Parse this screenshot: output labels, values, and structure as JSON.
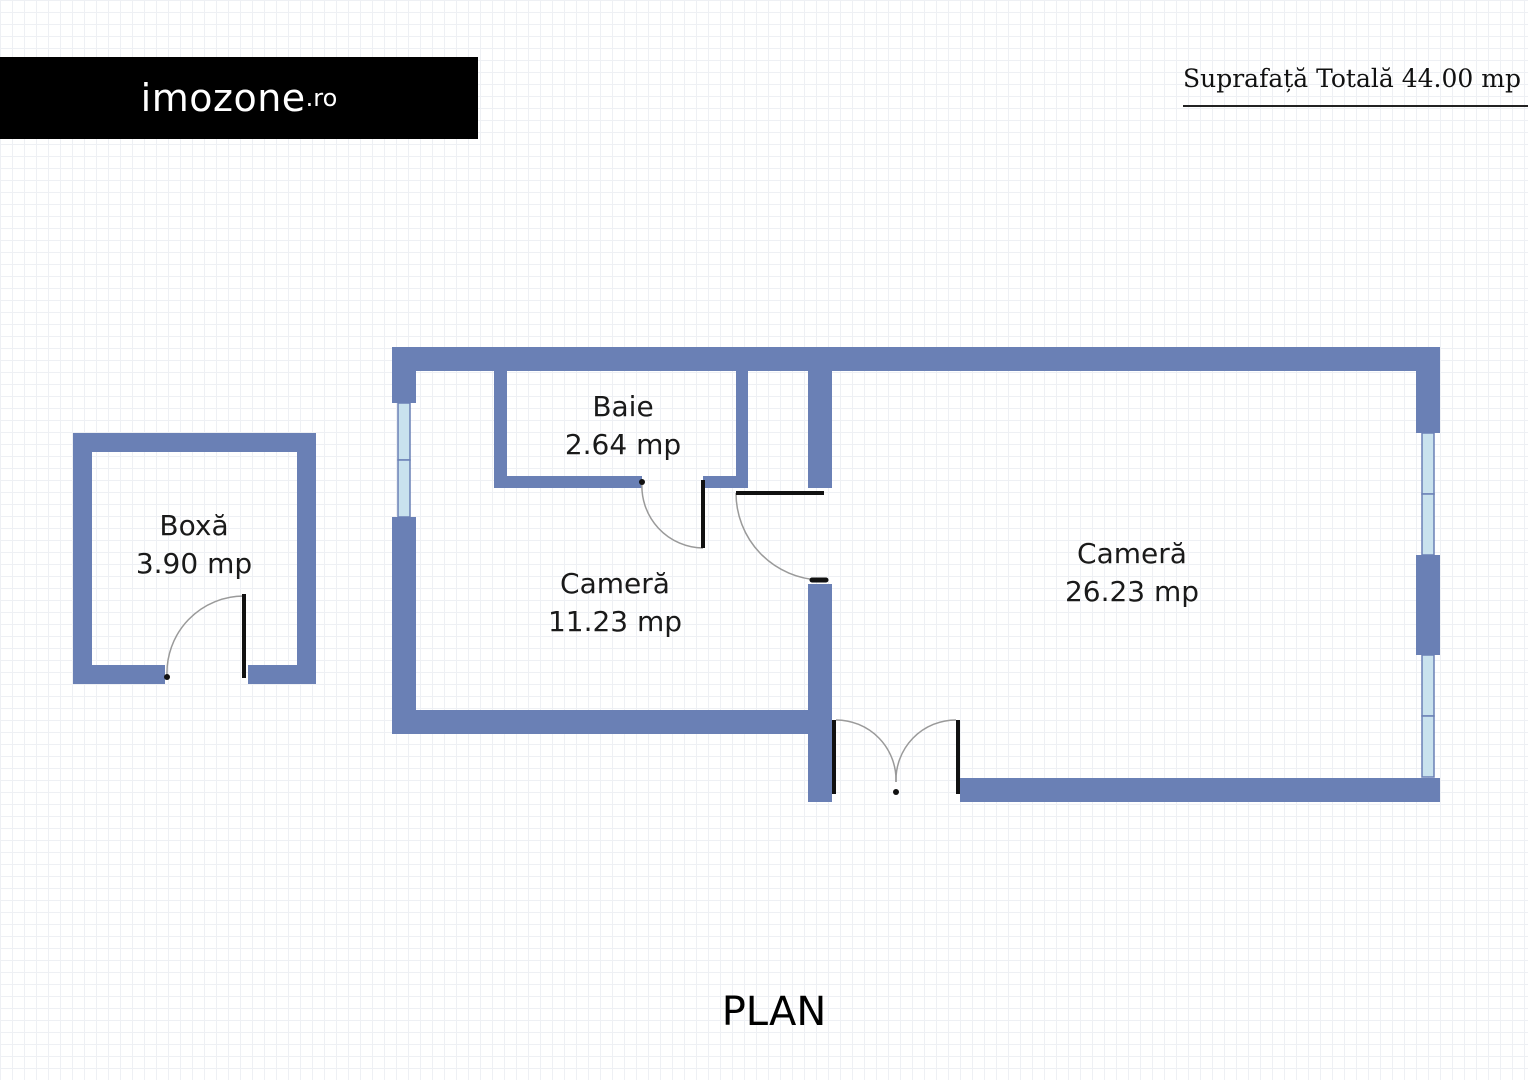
{
  "brand": {
    "name": "imozone",
    "tld": ".ro"
  },
  "total_area": "Suprafață Totală 44.00 mp",
  "plan_title": "PLAN",
  "colors": {
    "wall": "#6a80b5",
    "window": "#c9e2ee",
    "door": "#111111",
    "door_arc": "#9a9a9a"
  },
  "rooms": [
    {
      "name": "Boxă",
      "area": "3.90 mp"
    },
    {
      "name": "Baie",
      "area": "2.64 mp"
    },
    {
      "name": "Cameră",
      "area": "11.23 mp"
    },
    {
      "name": "Cameră",
      "area": "26.23 mp"
    }
  ]
}
